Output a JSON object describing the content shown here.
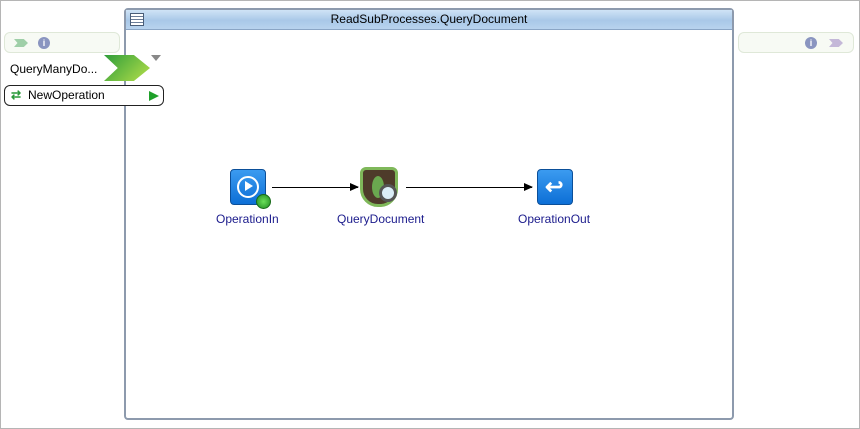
{
  "window": {
    "title": "ReadSubProcesses.QueryDocument"
  },
  "left_panel": {
    "operation_name": "QueryManyDo...",
    "selected_operation": "NewOperation"
  },
  "nodes": [
    {
      "label": "OperationIn"
    },
    {
      "label": "QueryDocument"
    },
    {
      "label": "OperationOut"
    }
  ],
  "icons": {
    "start": "play-icon",
    "mongo": "mongodb-leaf-icon",
    "return": "return-icon"
  }
}
